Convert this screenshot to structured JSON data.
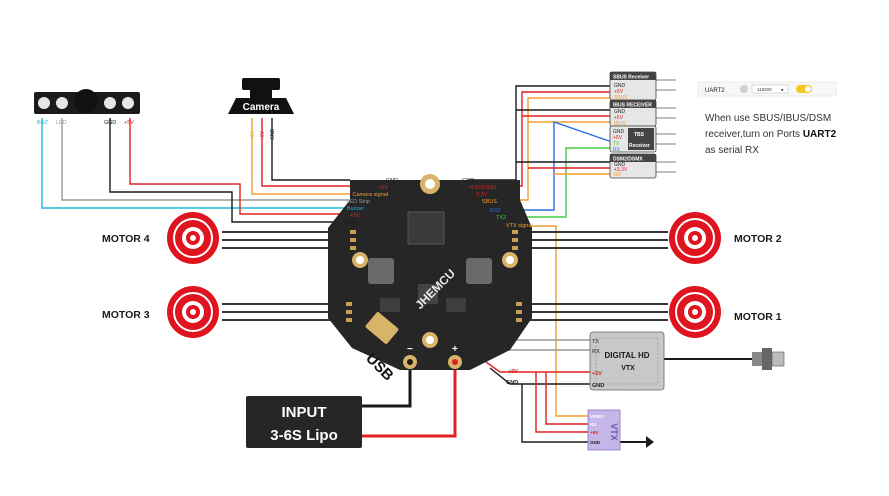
{
  "peripherals": {
    "led_strip_labels": [
      "BUZ",
      "LED",
      "GND",
      "+5V"
    ],
    "camera_label": "Camera",
    "camera_wires": [
      "+5V",
      "+5V",
      "GND"
    ]
  },
  "motors": {
    "m4": "MOTOR 4",
    "m3": "MOTOR 3",
    "m2": "MOTOR 2",
    "m1": "MOTOR 1"
  },
  "board": {
    "silk": "JHEMCU",
    "usb_label": "USB",
    "minus": "−",
    "plus": "+"
  },
  "left_pads": [
    "GND",
    "+5V",
    "Camera signal",
    "LED Strip",
    "Buzzer",
    "+5V",
    "GND"
  ],
  "right_pads": [
    "GND",
    "4.5V(USB)",
    "3.3V",
    "SBUS",
    "RX2",
    "TX2",
    "VTX signal"
  ],
  "receivers": {
    "sbus": {
      "title": "SBUS Receiver",
      "pins": [
        "GND",
        "+5V",
        "SBUS"
      ]
    },
    "ibus": {
      "title": "IBUS RECEIVER",
      "pins": [
        "GND",
        "+5V",
        "IBUS"
      ]
    },
    "tbs": {
      "title": "TBS",
      "sub": "Receiver",
      "pins": [
        "GND",
        "+5V",
        "TX",
        "RX"
      ]
    },
    "dsm": {
      "title": "DSM2/DSMX",
      "pins": [
        "GND",
        "+3.3V",
        "RX"
      ]
    }
  },
  "uart_setting": {
    "name": "UART2",
    "baud": "115200",
    "arrow": "▾"
  },
  "note": {
    "line1": "When use SBUS/IBUS/DSM",
    "line2_pre": "receiver,turn on Ports ",
    "line2_bold": "UART2",
    "line3": "as serial RX"
  },
  "vtx_digital": {
    "title1": "DIGITAL HD",
    "title2": "VTX",
    "pins": [
      "TX",
      "RX",
      "+5V",
      "GND"
    ]
  },
  "vtx_wires": [
    "+9V",
    "GND"
  ],
  "vtx_analog": {
    "label": "VTX",
    "pins": [
      "VIDEO",
      "RX",
      "+5V",
      "GND"
    ]
  },
  "input": {
    "line1": "INPUT",
    "line2": "3-6S Lipo"
  },
  "colors": {
    "black": "#1a1a1a",
    "red": "#e02020",
    "orange": "#f0a030",
    "blue": "#2f6fe0",
    "cyan": "#21b8d8",
    "green": "#45c845",
    "grey": "#9a9a9a",
    "motor_red": "#e0141e",
    "pcb": "#262626",
    "gold": "#d8b36a"
  }
}
